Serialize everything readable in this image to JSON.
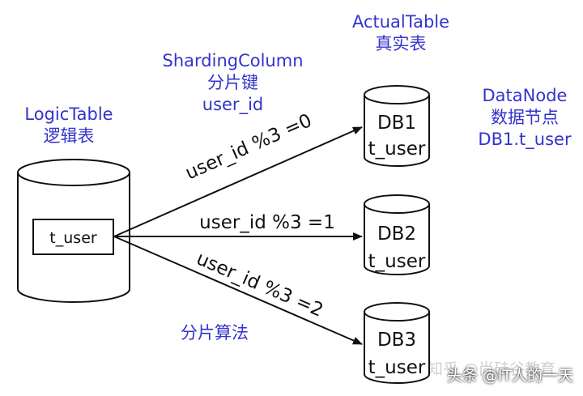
{
  "labels": {
    "actual_table_en": "ActualTable",
    "actual_table_zh": "真实表",
    "sharding_column_en": "ShardingColumn",
    "sharding_column_zh": "分片键",
    "sharding_column_field": "user_id",
    "logic_table_en": "LogicTable",
    "logic_table_zh": "逻辑表",
    "data_node_en": "DataNode",
    "data_node_zh": "数据节点",
    "data_node_value": "DB1.t_user",
    "algorithm_zh": "分片算法"
  },
  "logic_table": {
    "inner_label": "t_user"
  },
  "databases": [
    {
      "name": "DB1",
      "table": "t_user"
    },
    {
      "name": "DB2",
      "table": "t_user"
    },
    {
      "name": "DB3",
      "table": "t_user"
    }
  ],
  "edges": [
    {
      "label": "user_id %3 =0"
    },
    {
      "label": "user_id %3 =1"
    },
    {
      "label": "user_id %3 =2"
    }
  ],
  "watermark": {
    "text": "知乎 @尚硅谷教育"
  },
  "credit": {
    "text": "头条 @IT人的一天"
  },
  "colors": {
    "label_blue": "#3333cc",
    "stroke": "#111111"
  }
}
